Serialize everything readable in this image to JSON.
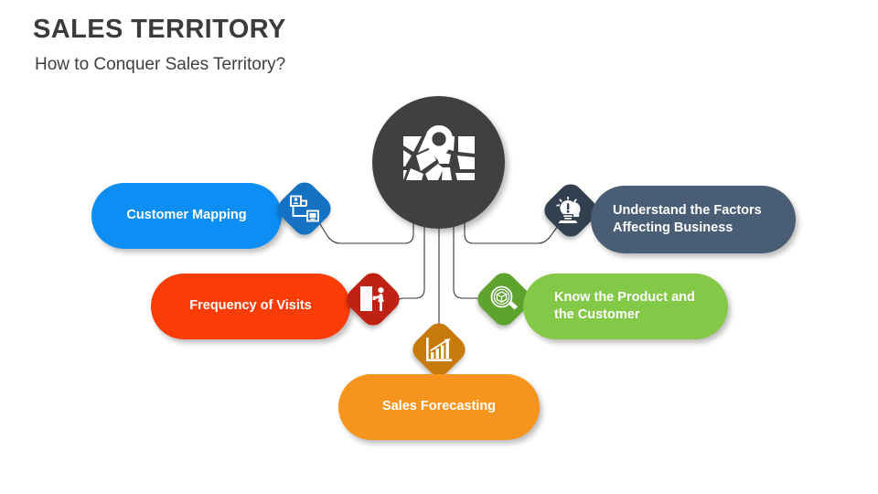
{
  "header": {
    "title": "SALES TERRITORY",
    "subtitle": "How to Conquer Sales Territory?"
  },
  "hub": {
    "icon": "map-pin-icon",
    "color": "#404040"
  },
  "nodes": [
    {
      "id": "customer-mapping",
      "label": "Customer Mapping",
      "icon": "user-flow-icon",
      "pill_color": "#0c8ef5",
      "diamond_color": "#1572c2",
      "align": "center"
    },
    {
      "id": "frequency-visits",
      "label": "Frequency of Visits",
      "icon": "door-knock-icon",
      "pill_color": "#fa3c06",
      "diamond_color": "#bf2113",
      "align": "center"
    },
    {
      "id": "sales-forecast",
      "label": "Sales Forecasting",
      "icon": "bar-chart-arrow-icon",
      "pill_color": "#f7941d",
      "diamond_color": "#c67a0a",
      "align": "center"
    },
    {
      "id": "know-product",
      "label": "Know the Product and the Customer",
      "label_line1": "Know the Product and",
      "label_line2": "the Customer",
      "icon": "magnifier-box-icon",
      "pill_color": "#83c846",
      "diamond_color": "#5da32e",
      "align": "left"
    },
    {
      "id": "understand",
      "label": "Understand the Factors Affecting Business",
      "label_line1": "Understand the Factors",
      "label_line2": "Affecting Business",
      "icon": "lightbulb-idea-icon",
      "pill_color": "#495d75",
      "diamond_color": "#32404f",
      "align": "left"
    }
  ],
  "connector_color": "#3a3a3a",
  "background": "#ffffff",
  "title_color": "#3b3b3b"
}
